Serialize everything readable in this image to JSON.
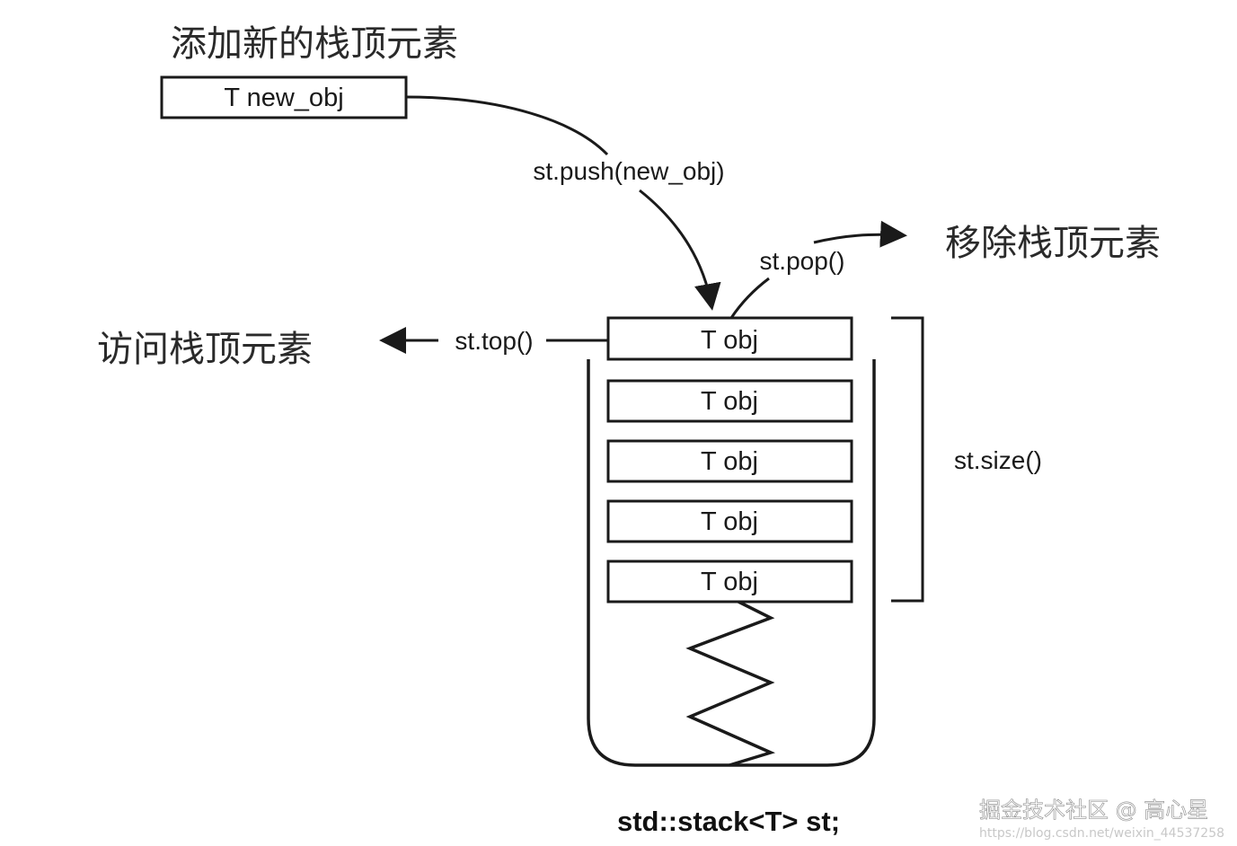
{
  "labels": {
    "add_top": "添加新的栈顶元素",
    "remove_top": "移除栈顶元素",
    "access_top": "访问栈顶元素",
    "new_obj": "T new_obj",
    "push": "st.push(new_obj)",
    "pop": "st.pop()",
    "top": "st.top()",
    "size": "st.size()",
    "declaration": "std::stack<T> st;"
  },
  "stack_items": [
    "T obj",
    "T obj",
    "T obj",
    "T obj",
    "T obj"
  ],
  "watermark": {
    "brand": "掘金技术社区 @ 高心星",
    "url": "https://blog.csdn.net/weixin_44537258"
  }
}
